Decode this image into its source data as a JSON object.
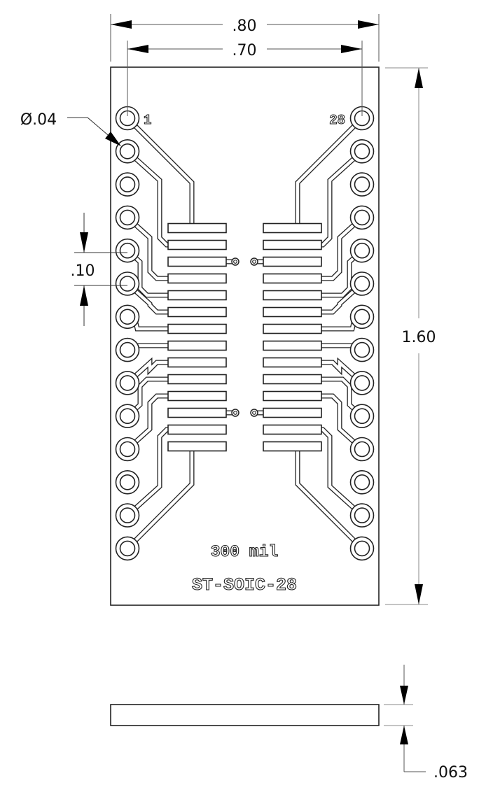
{
  "drawing": {
    "part_name": "ST-SOIC-28",
    "package_label": "300 mil",
    "pin_first_label": "1",
    "pin_last_label": "28",
    "pin_count": 28,
    "pins_per_side": 14,
    "pads_per_side": 14
  },
  "dimensions": {
    "board_width": ".80",
    "pin_row_spacing": ".70",
    "board_length": "1.60",
    "pin_pitch": ".10",
    "hole_diameter": "Ø.04",
    "board_thickness": ".063"
  },
  "colors": {
    "line": "#222222",
    "dim_line": "#888888",
    "background": "#ffffff"
  }
}
